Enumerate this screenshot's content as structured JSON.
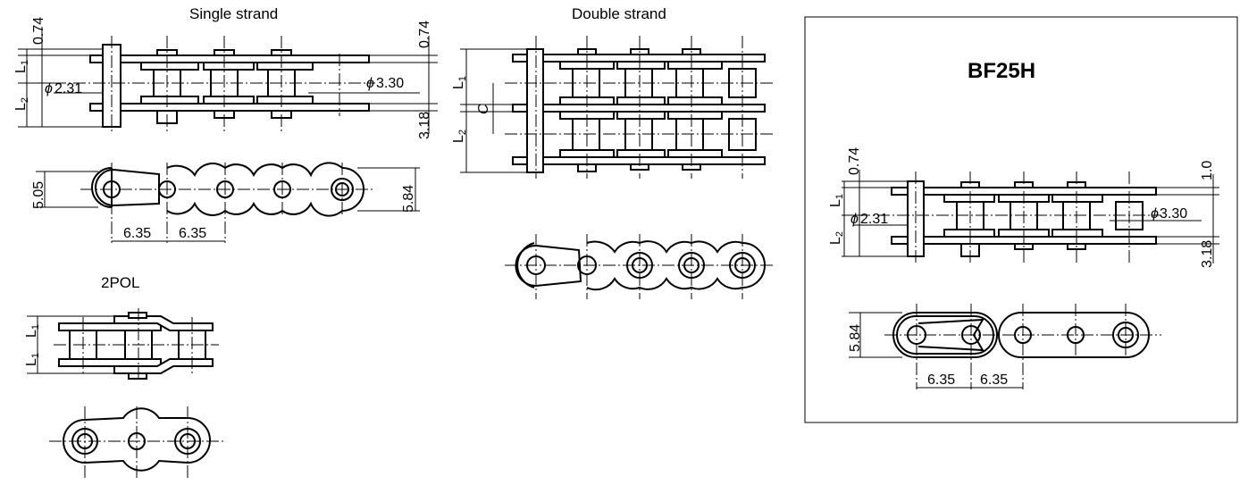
{
  "titles": {
    "single": "Single strand",
    "double": "Double strand",
    "pol": "2POL",
    "bf": "BF25H"
  },
  "single": {
    "d074": "0.74",
    "d074r": "0.74",
    "d318": "3.18",
    "pin": "2.31",
    "roller": "3.30",
    "h505": "5.05",
    "h584": "5.84",
    "p1": "6.35",
    "p2": "6.35",
    "l1": "L",
    "l1sub": "1",
    "l2": "L",
    "l2sub": "2"
  },
  "double": {
    "l1": "L",
    "l1sub": "1",
    "c": "C",
    "l2": "L",
    "l2sub": "2"
  },
  "pol": {
    "l1a": "L",
    "l1asub": "1",
    "l1b": "L",
    "l1bsub": "1"
  },
  "bf": {
    "d074": "0.74",
    "d10": "1.0",
    "d318": "3.18",
    "pin": "2.31",
    "roller": "3.30",
    "h584": "5.84",
    "p1": "6.35",
    "p2": "6.35",
    "l1": "L",
    "l1sub": "1",
    "l2": "L",
    "l2sub": "2",
    "phi": "ϕ"
  }
}
